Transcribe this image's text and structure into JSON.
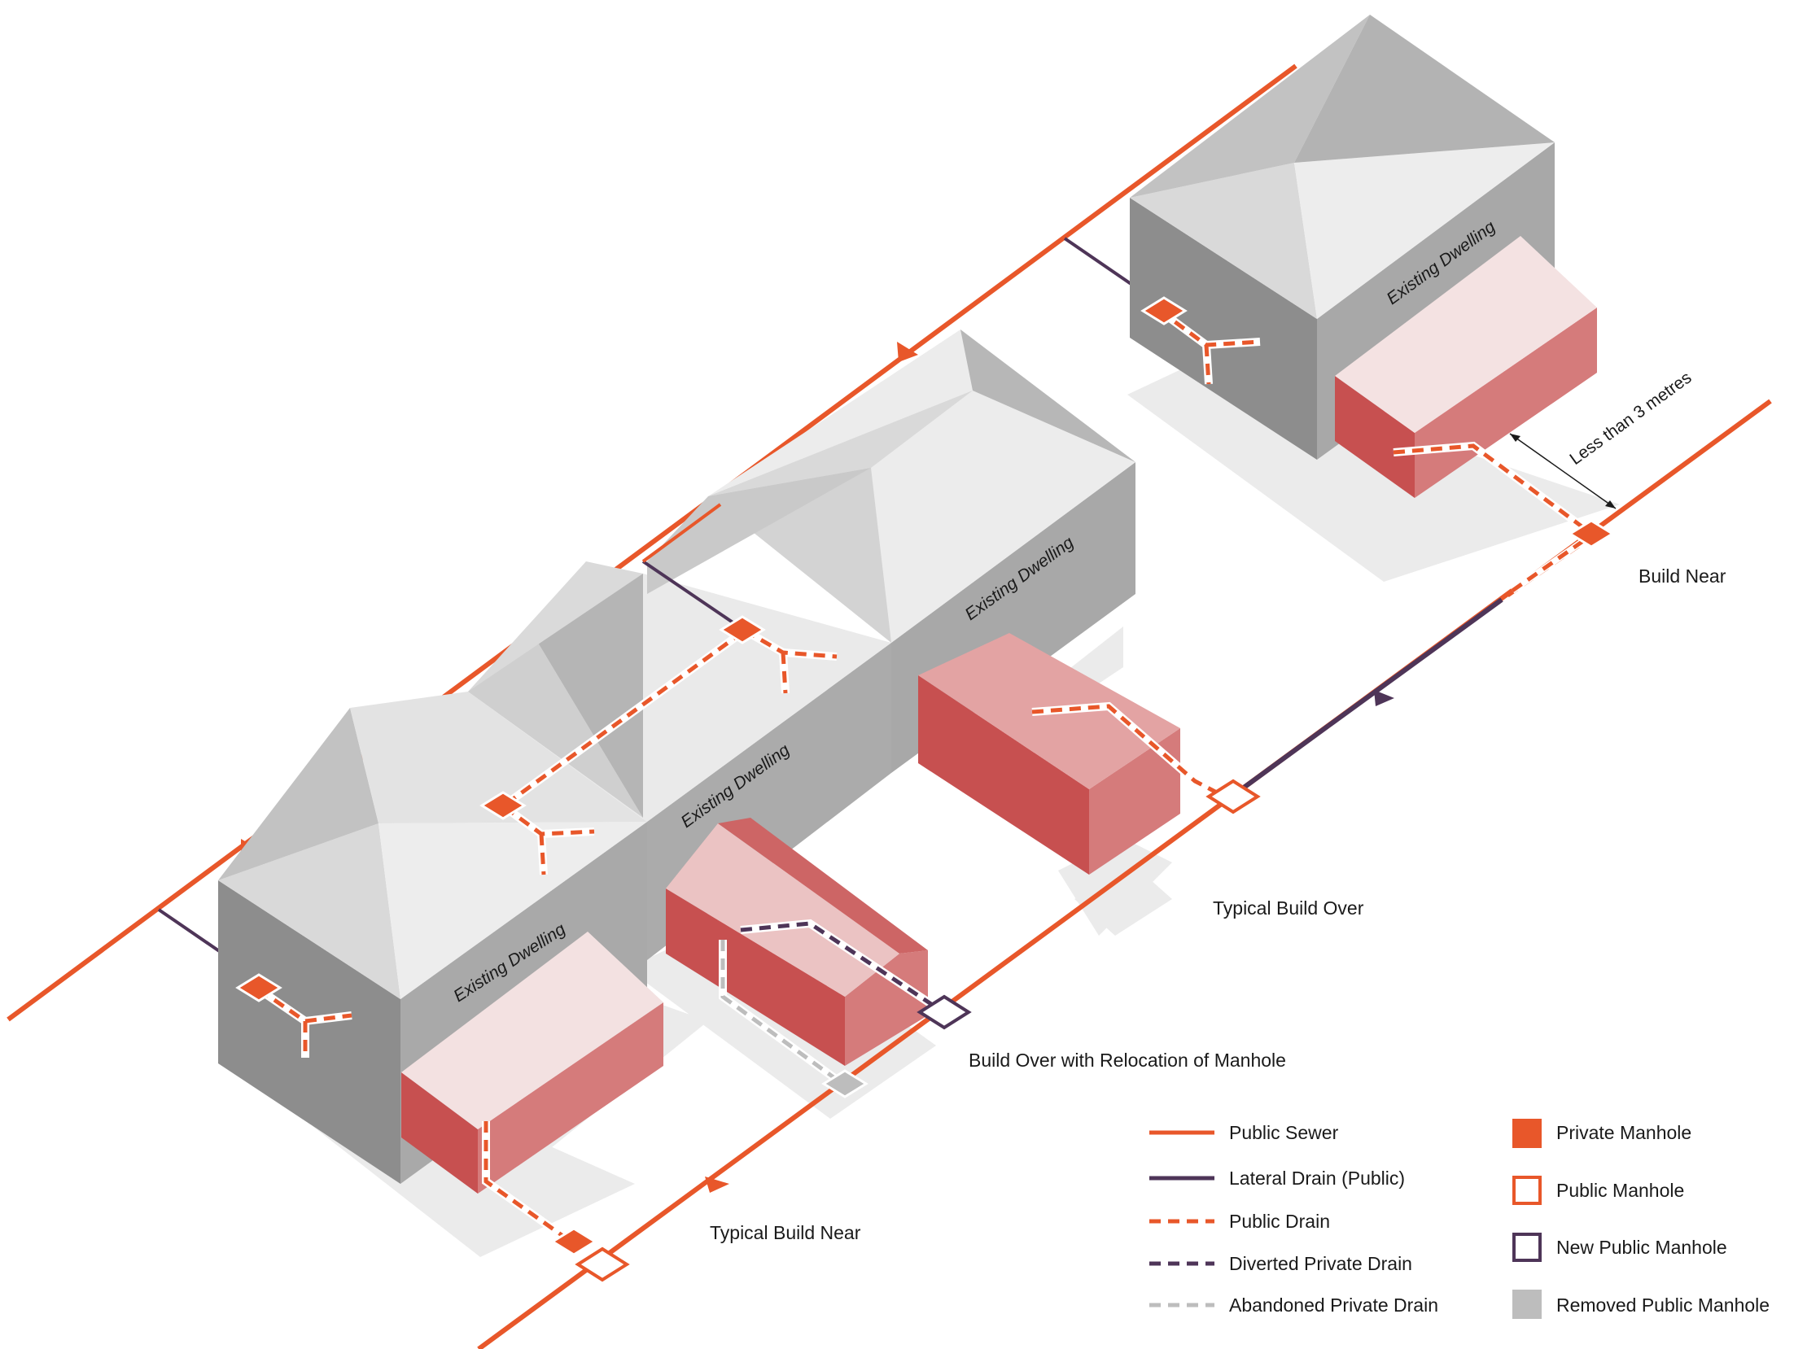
{
  "colors": {
    "public_sewer": "#E8572A",
    "lateral_drain": "#4E3558",
    "public_drain": "#E8572A",
    "diverted_private_drain": "#4E3558",
    "abandoned_private_drain": "#BDBDBD",
    "private_manhole": "#E8572A",
    "public_manhole": "#E8572A",
    "new_public_manhole": "#4E3558",
    "removed_public_manhole": "#BDBDBD",
    "extension_wall_dark": "#C75050",
    "extension_wall_light": "#D57B7B",
    "extension_roof": "#F3E1E1",
    "dwelling_roof_light": "#EDEDED",
    "dwelling_roof_mid": "#D6D6D6",
    "dwelling_roof_dark": "#B1B1B1",
    "dwelling_wall_dark": "#8D8D8D",
    "dwelling_wall_light": "#A9A9A9",
    "shadow": "#EBEBEB"
  },
  "buildings": {
    "dwelling_1": "Existing Dwelling",
    "dwelling_2": "Existing Dwelling",
    "dwelling_3": "Existing Dwelling",
    "dwelling_4": "Existing Dwelling"
  },
  "cases": {
    "typical_build_near": "Typical Build Near",
    "build_over_relocation": "Build Over with Relocation of Manhole",
    "typical_build_over": "Typical Build Over",
    "build_near": "Build Near"
  },
  "dimension": {
    "label": "Less than 3 metres"
  },
  "legend": {
    "lines": [
      {
        "label": "Public Sewer",
        "icon": "solid-line"
      },
      {
        "label": "Lateral Drain (Public)",
        "icon": "solid-line"
      },
      {
        "label": "Public Drain",
        "icon": "dashed-line"
      },
      {
        "label": "Diverted Private Drain",
        "icon": "dashed-line"
      },
      {
        "label": "Abandoned Private Drain",
        "icon": "dashed-line"
      }
    ],
    "manholes": [
      {
        "label": "Private Manhole",
        "icon": "filled-square"
      },
      {
        "label": "Public Manhole",
        "icon": "outline-square"
      },
      {
        "label": "New Public Manhole",
        "icon": "outline-square"
      },
      {
        "label": "Removed Public Manhole",
        "icon": "filled-square"
      }
    ]
  }
}
